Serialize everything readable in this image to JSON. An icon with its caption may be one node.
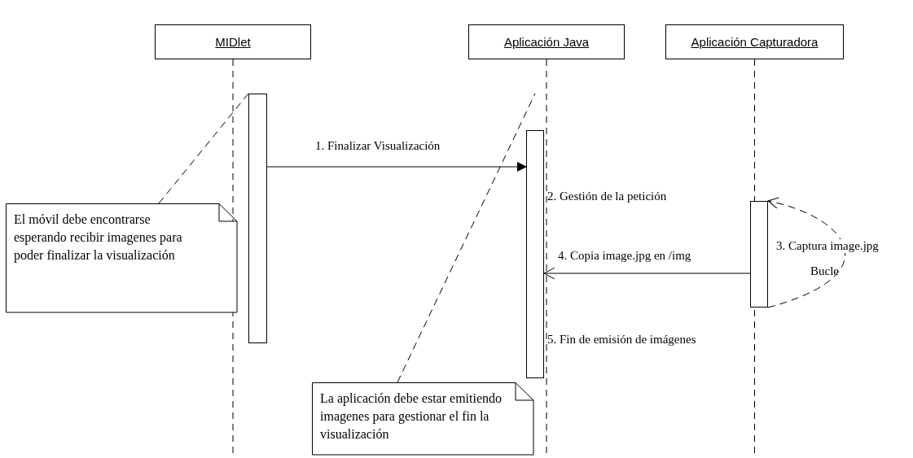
{
  "diagram": {
    "nodes": [
      {
        "text": [
          "MIDlet"
        ]
      },
      {
        "text": [
          "Aplicación Java"
        ]
      },
      {
        "text": [
          "Aplicación Capturadora"
        ]
      },
      {
        "text": [],
        "shape": "bar"
      },
      {
        "text": [],
        "shape": "bar",
        "beside": [
          "2. Gestión de la petición",
          "5. Fin de emisión de imágenes"
        ]
      },
      {
        "text": [],
        "shape": "bar"
      },
      {
        "text": [
          "El móvil debe encontrarse esperando recibir imagenes para poder finalizar la visualización"
        ]
      },
      {
        "text": [
          "La aplicación debe estar emitiendo imagenes para gestionar el fin la visualización"
        ]
      }
    ],
    "edges": [
      {
        "from": 3,
        "to": 4,
        "arrow": "to",
        "label": "1. Finalizar Visualización"
      },
      {
        "from": 5,
        "to": 5,
        "arrow": "to",
        "label": "3. Captura image.jpg",
        "style": "dashed"
      },
      {
        "from": 5,
        "to": 4,
        "arrow": "to",
        "label": "4. Copia image.jpg en /img"
      },
      {
        "from": 6,
        "to": 3,
        "arrow": "none",
        "style": "dashed"
      },
      {
        "from": 7,
        "to": null,
        "arrow": "none",
        "style": "dashed"
      }
    ],
    "labels": [
      "Bucle"
    ]
  }
}
